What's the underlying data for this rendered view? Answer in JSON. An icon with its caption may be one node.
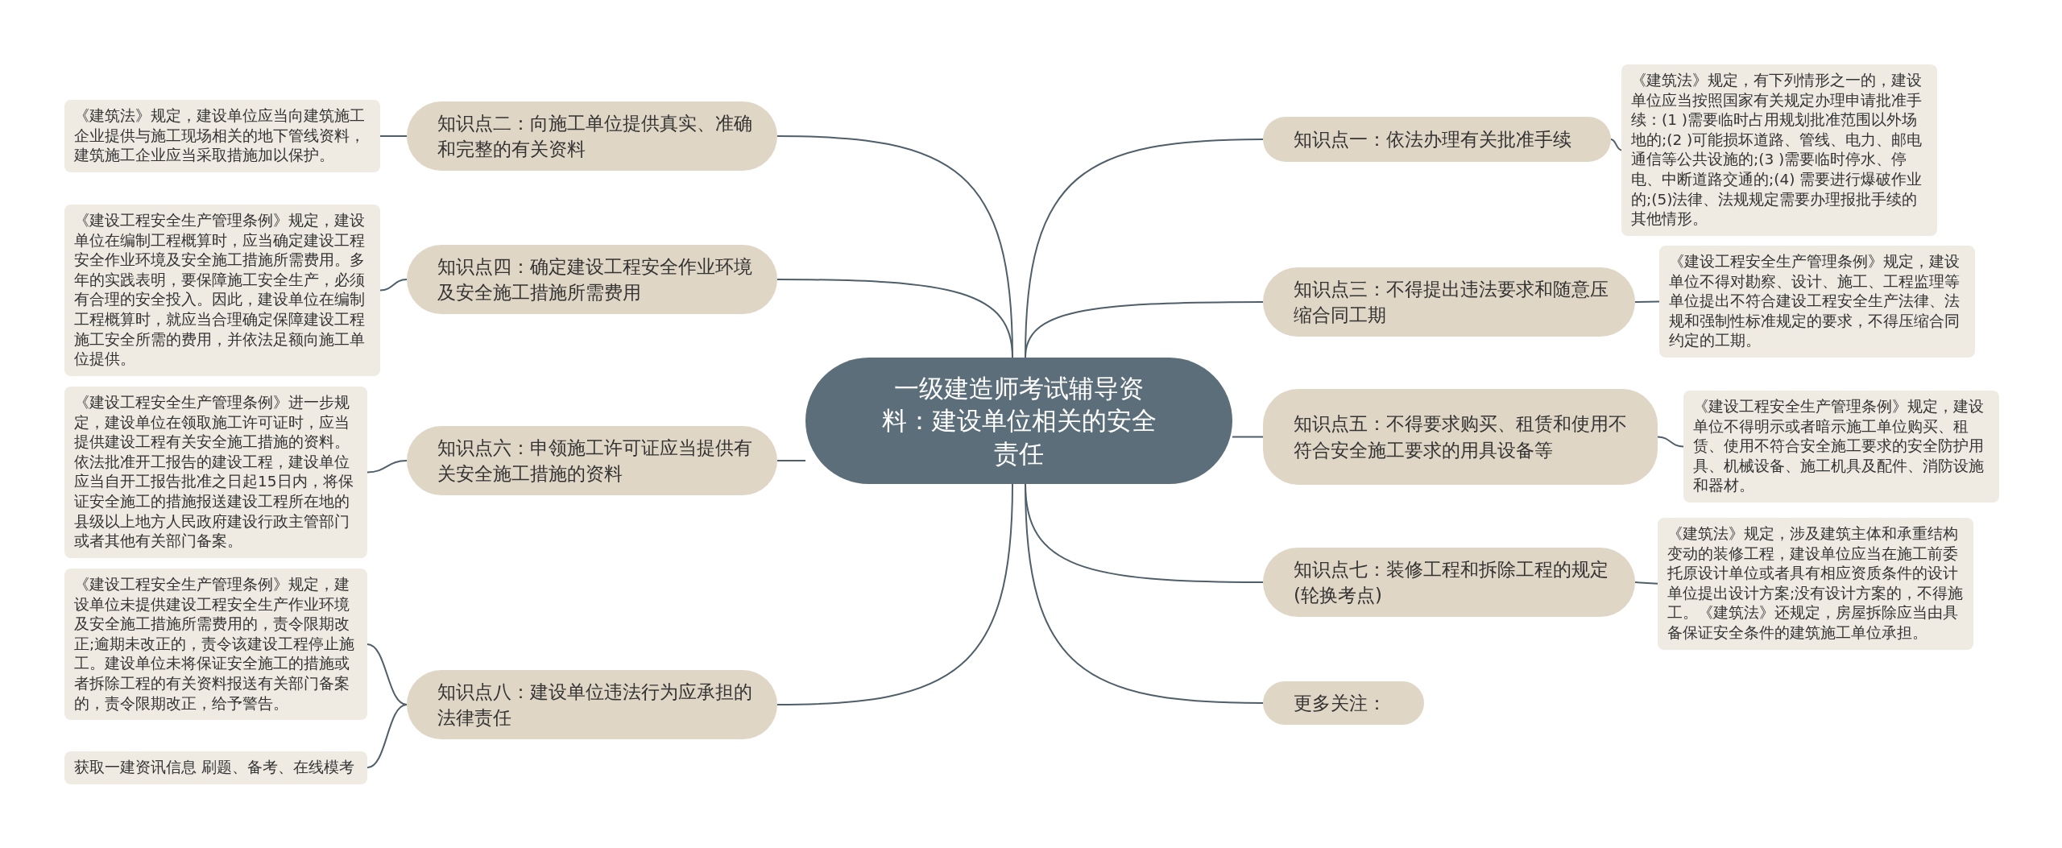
{
  "diagram": {
    "nodes": [
      {
        "text": [
          "一级建造师考试辅导资料：建设单位相关的安全责任"
        ]
      },
      {
        "text": [
          "知识点一：依法办理有关批准手续"
        ]
      },
      {
        "text": [
          "《建筑法》规定，有下列情形之一的，建设单位应当按照国家有关规定办理申请批准手续：(1 )需要临时占用规划批准范围以外场地的;(2 )可能损坏道路、管线、电力、邮电通信等公共设施的;(3 )需要临时停水、停电、中断道路交通的;(4) 需要进行爆破作业的;(5)法律、法规规定需要办理报批手续的其他情形。"
        ]
      },
      {
        "text": [
          "知识点三：不得提出违法要求和随意压缩合同工期"
        ]
      },
      {
        "text": [
          "《建设工程安全生产管理条例》规定，建设单位不得对勘察、设计、施工、工程监理等单位提出不符合建设工程安全生产法律、法规和强制性标准规定的要求，不得压缩合同约定的工期。"
        ]
      },
      {
        "text": [
          "知识点五：不得要求购买、租赁和使用不符合安全施工要求的用具设备等"
        ]
      },
      {
        "text": [
          "《建设工程安全生产管理条例》规定，建设单位不得明示或者暗示施工单位购买、租赁、使用不符合安全施工要求的安全防护用具、机械设备、施工机具及配件、消防设施和器材。"
        ]
      },
      {
        "text": [
          "知识点七：装修工程和拆除工程的规定(轮换考点)"
        ]
      },
      {
        "text": [
          "《建筑法》规定，涉及建筑主体和承重结构变动的装修工程，建设单位应当在施工前委托原设计单位或者具有相应资质条件的设计单位提出设计方案;没有设计方案的，不得施工。《建筑法》还规定，房屋拆除应当由具备保证安全条件的建筑施工单位承担。"
        ]
      },
      {
        "text": [
          "更多关注："
        ]
      },
      {
        "text": [
          "知识点二：向施工单位提供真实、准确和完整的有关资料"
        ]
      },
      {
        "text": [
          "《建筑法》规定，建设单位应当向建筑施工企业提供与施工现场相关的地下管线资料，建筑施工企业应当采取措施加以保护。"
        ]
      },
      {
        "text": [
          "知识点四：确定建设工程安全作业环境及安全施工措施所需费用"
        ]
      },
      {
        "text": [
          "《建设工程安全生产管理条例》规定，建设单位在编制工程概算时，应当确定建设工程安全作业环境及安全施工措施所需费用。多年的实践表明，要保障施工安全生产，必须有合理的安全投入。因此，建设单位在编制工程概算时，就应当合理确定保障建设工程施工安全所需的费用，并依法足额向施工单位提供。"
        ]
      },
      {
        "text": [
          "知识点六：申领施工许可证应当提供有关安全施工措施的资料"
        ]
      },
      {
        "text": [
          "《建设工程安全生产管理条例》进一步规定，建设单位在领取施工许可证时，应当提供建设工程有关安全施工措施的资料。依法批准开工报告的建设工程，建设单位应当自开工报告批准之日起15日内，将保证安全施工的措施报送建设工程所在地的县级以上地方人民政府建设行政主管部门或者其他有关部门备案。"
        ]
      },
      {
        "text": [
          "知识点八：建设单位违法行为应承担的法律责任"
        ]
      },
      {
        "text": [
          "《建设工程安全生产管理条例》规定，建设单位未提供建设工程安全生产作业环境及安全施工措施所需费用的，责令限期改正;逾期未改正的，责令该建设工程停止施工。建设单位未将保证安全施工的措施或者拆除工程的有关资料报送有关部门备案的，责令限期改正，给予警告。"
        ]
      },
      {
        "text": [
          "获取一建资讯信息 刷题、备考、在线模考"
        ]
      }
    ],
    "edges": [
      {
        "from": 0,
        "to": 1,
        "arrow": "none"
      },
      {
        "from": 1,
        "to": 2,
        "arrow": "none"
      },
      {
        "from": 0,
        "to": 3,
        "arrow": "none"
      },
      {
        "from": 3,
        "to": 4,
        "arrow": "none"
      },
      {
        "from": 0,
        "to": 5,
        "arrow": "none"
      },
      {
        "from": 5,
        "to": 6,
        "arrow": "none"
      },
      {
        "from": 0,
        "to": 7,
        "arrow": "none"
      },
      {
        "from": 7,
        "to": 8,
        "arrow": "none"
      },
      {
        "from": 0,
        "to": 9,
        "arrow": "none"
      },
      {
        "from": 0,
        "to": 10,
        "arrow": "none"
      },
      {
        "from": 10,
        "to": 11,
        "arrow": "none"
      },
      {
        "from": 0,
        "to": 12,
        "arrow": "none"
      },
      {
        "from": 12,
        "to": 13,
        "arrow": "none"
      },
      {
        "from": 0,
        "to": 14,
        "arrow": "none"
      },
      {
        "from": 14,
        "to": 15,
        "arrow": "none"
      },
      {
        "from": 0,
        "to": 16,
        "arrow": "none"
      },
      {
        "from": 16,
        "to": 17,
        "arrow": "none"
      },
      {
        "from": 16,
        "to": 18,
        "arrow": "none"
      }
    ]
  }
}
